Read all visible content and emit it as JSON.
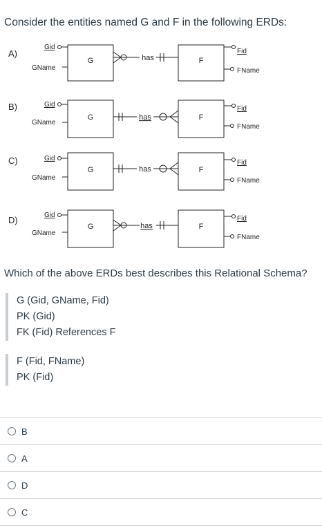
{
  "question": "Consider the entities named G and F in the following ERDs:",
  "erds": [
    {
      "label": "A)",
      "attrs_g": [
        "Gid",
        "GName"
      ],
      "entity_g": "G",
      "relationship": "has",
      "entity_f": "F",
      "attrs_f": [
        "Fid",
        "FName"
      ]
    },
    {
      "label": "B)",
      "attrs_g": [
        "Gid",
        "GName"
      ],
      "entity_g": "G",
      "relationship": "has",
      "entity_f": "F",
      "attrs_f": [
        "Fid",
        "FName"
      ]
    },
    {
      "label": "C)",
      "attrs_g": [
        "Gid",
        "GName"
      ],
      "entity_g": "G",
      "relationship": "has",
      "entity_f": "F",
      "attrs_f": [
        "Fid",
        "FName"
      ]
    },
    {
      "label": "D)",
      "attrs_g": [
        "Gid",
        "GName"
      ],
      "entity_g": "G",
      "relationship": "has",
      "entity_f": "F",
      "attrs_f": [
        "Fid",
        "FName"
      ]
    }
  ],
  "prompt": "Which of the above ERDs best describes this Relational Schema?",
  "schema_g": [
    "G (Gid, GName, Fid)",
    "PK (Gid)",
    "FK (Fid) References F"
  ],
  "schema_f": [
    "F (Fid, FName)",
    "PK (Fid)"
  ],
  "choices": [
    "B",
    "A",
    "D",
    "C"
  ]
}
